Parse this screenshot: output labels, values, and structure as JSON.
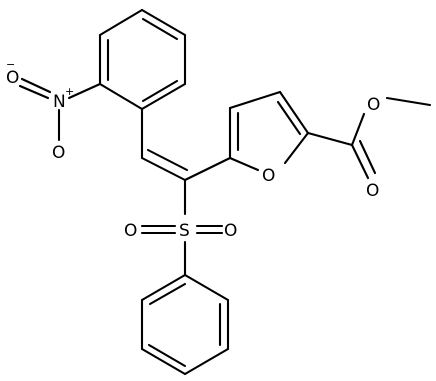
{
  "structure": {
    "atoms": {
      "nitro_n": "N",
      "nitro_n_charge": "+",
      "nitro_o_top": "O",
      "nitro_o_top_charge": "−",
      "nitro_o_bottom": "O",
      "sulfur": "S",
      "sulfonyl_o_left": "O",
      "sulfonyl_o_right": "O",
      "furan_o": "O",
      "ester_o_single": "O",
      "ester_o_carbonyl": "O"
    },
    "colors": {
      "bond": "#000000",
      "background": "#ffffff"
    }
  }
}
